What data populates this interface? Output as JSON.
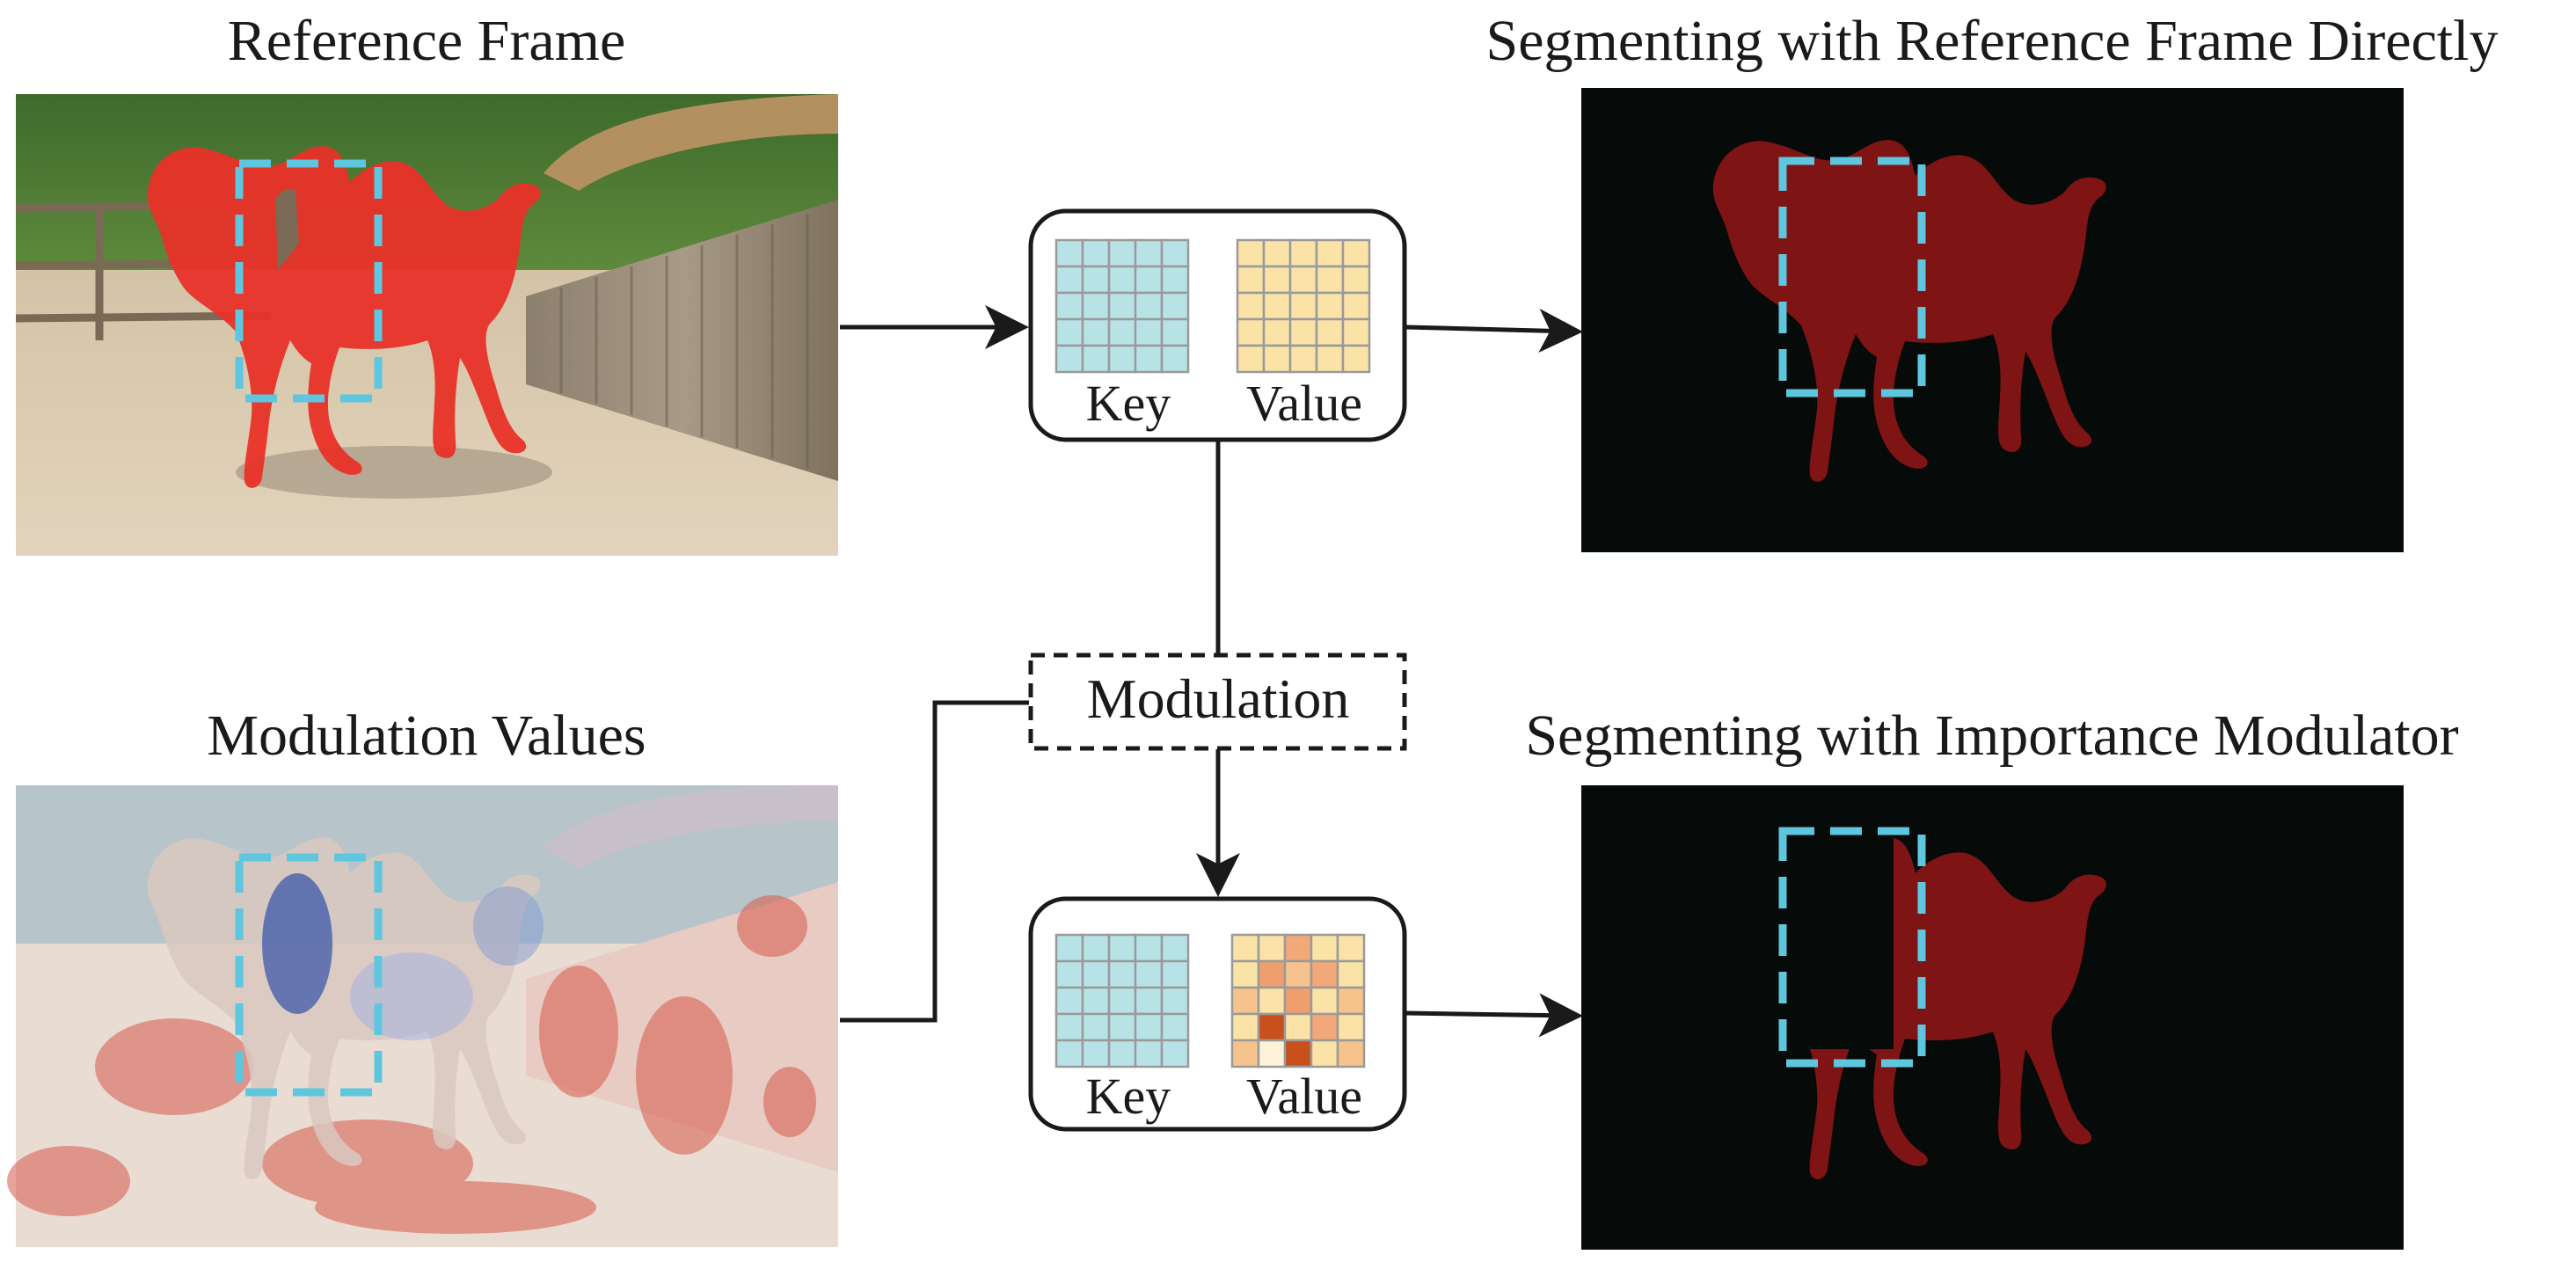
{
  "titles": {
    "reference_frame": "Reference Frame",
    "modulation_values": "Modulation Values",
    "segment_direct": "Segmenting with Reference Frame Directly",
    "segment_modulated": "Segmenting with Importance Modulator"
  },
  "memory_top": {
    "key_label": "Key",
    "value_label": "Value"
  },
  "memory_bottom": {
    "key_label": "Key",
    "value_label": "Value"
  },
  "modulation_label": "Modulation",
  "colors": {
    "key_cell": "#b8e3e6",
    "value_cell": "#fbe3a8",
    "grid_line": "#9a9a9a",
    "mask_red": "#7e1414",
    "overlay_red": "#e83228",
    "highlight_box": "#5ec6de",
    "mask_background": "#060a08",
    "arrow": "#1a1a1a"
  },
  "modulated_value_cells": [
    [
      "#fbe3a8",
      "#fbe3a8",
      "#f2a878",
      "#fbe3a8",
      "#fbe3a8"
    ],
    [
      "#fbe3a8",
      "#ef9e6e",
      "#f6c38c",
      "#f2a878",
      "#fbe3a8"
    ],
    [
      "#f6c38c",
      "#fbe3a8",
      "#ef9e6e",
      "#fbe3a8",
      "#f6c38c"
    ],
    [
      "#fbe3a8",
      "#c8501a",
      "#fbe3a8",
      "#f2a878",
      "#fbe3a8"
    ],
    [
      "#f6c38c",
      "#fdf3d8",
      "#c8501a",
      "#fbe3a8",
      "#f6c38c"
    ]
  ]
}
